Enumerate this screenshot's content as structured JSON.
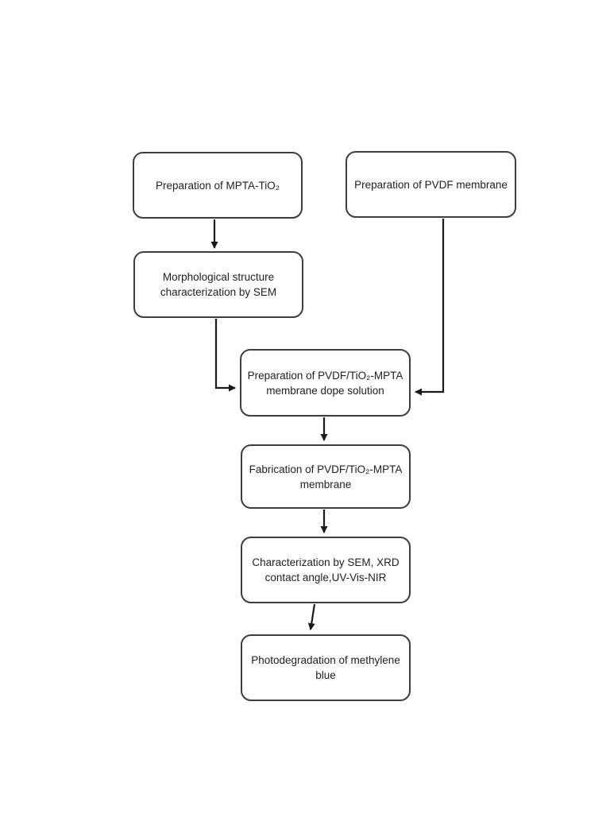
{
  "colors": {
    "border": "#3d3d3d",
    "text": "#222222",
    "connector": "#1a1a1a"
  },
  "diagram": {
    "type": "flowchart",
    "nodes": {
      "prepMpta": {
        "label": "Preparation of MPTA-TiO₂",
        "lines": [
          "Preparation of MPTA-TiO₂"
        ]
      },
      "prepPvdf": {
        "label": "Preparation of PVDF membrane",
        "lines": [
          "Preparation of PVDF membrane"
        ]
      },
      "morphSem": {
        "label": "Morphological structure characterization by SEM",
        "lines": [
          "Morphological structure",
          "characterization by SEM"
        ]
      },
      "dope": {
        "label": "Preparation of PVDF/TiO₂-MPTA membrane dope solution",
        "lines": [
          "Preparation of PVDF/TiO₂-MPTA",
          "membrane dope solution"
        ]
      },
      "fabrication": {
        "label": "Fabrication of PVDF/TiO₂-MPTA membrane",
        "lines": [
          "Fabrication of PVDF/TiO₂-MPTA",
          "membrane"
        ]
      },
      "characterization": {
        "label": "Characterization by SEM, XRD contact angle,UV-Vis-NIR",
        "lines": [
          "Characterization by SEM, XRD",
          "contact angle,UV-Vis-NIR"
        ]
      },
      "photodegradation": {
        "label": "Photodegradation of methylene blue",
        "lines": [
          "Photodegradation of methylene",
          "blue"
        ]
      }
    },
    "edges": [
      {
        "from": "prepMpta",
        "to": "morphSem"
      },
      {
        "from": "morphSem",
        "to": "dope"
      },
      {
        "from": "prepPvdf",
        "to": "dope"
      },
      {
        "from": "dope",
        "to": "fabrication"
      },
      {
        "from": "fabrication",
        "to": "characterization"
      },
      {
        "from": "characterization",
        "to": "photodegradation"
      }
    ]
  }
}
